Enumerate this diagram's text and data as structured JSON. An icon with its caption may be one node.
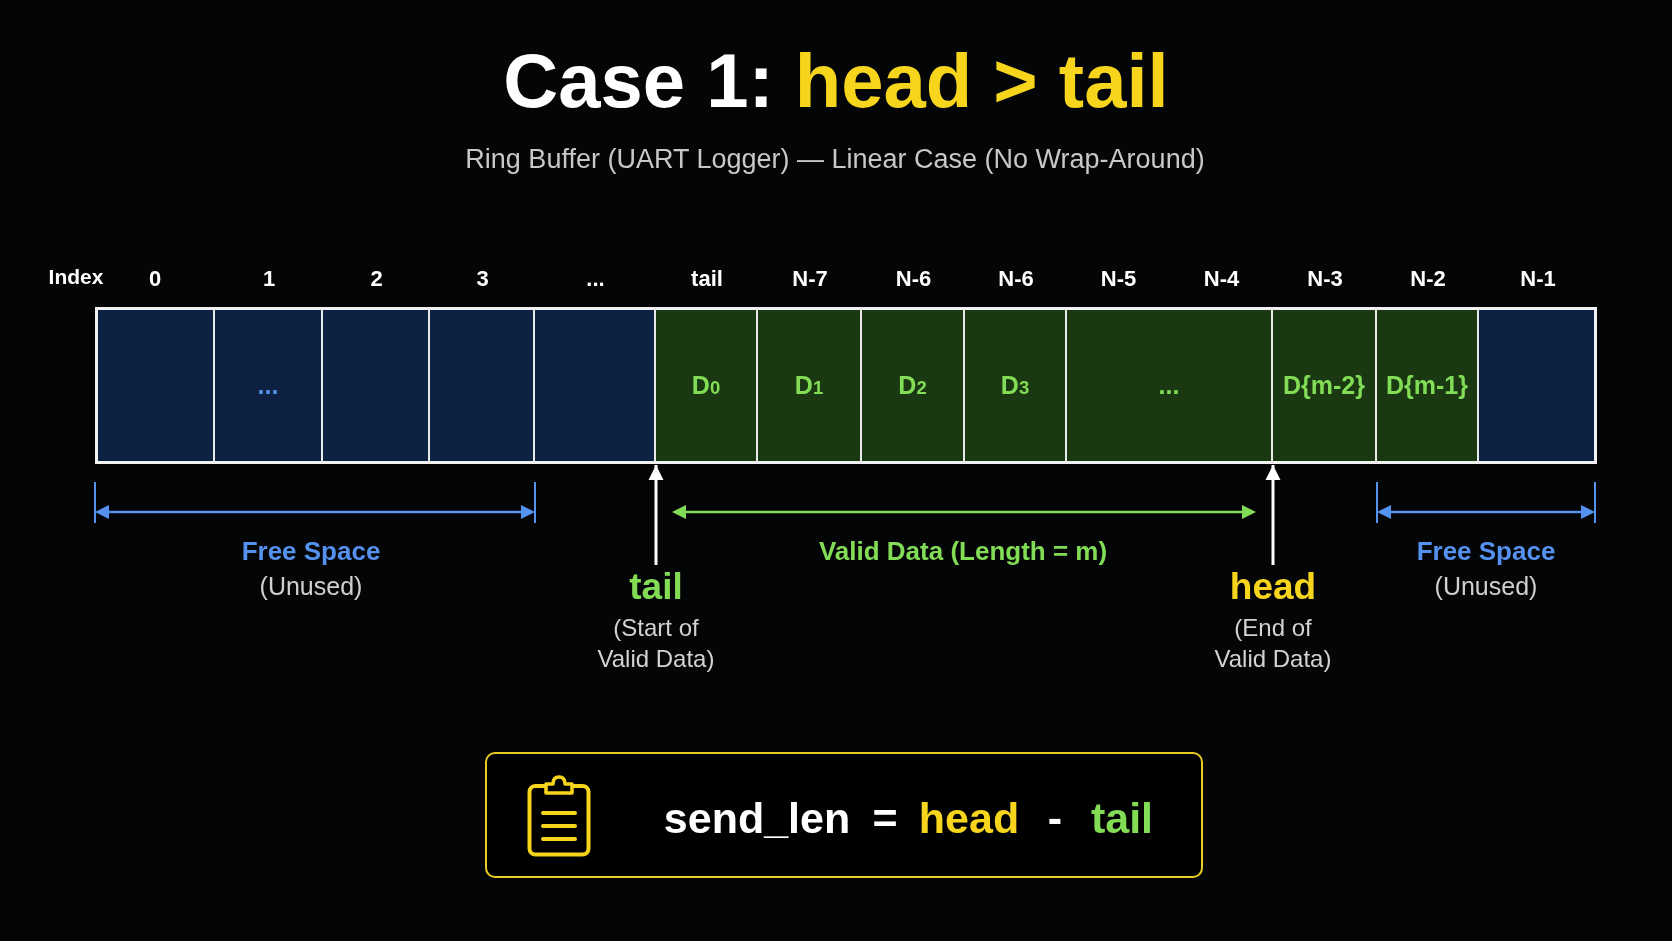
{
  "diagram": {
    "title": "Case 1: **head > tail**",
    "nodes": [
      {
        "text": [],
        "shape": "box",
        "beside": [
          "0"
        ]
      },
      {
        "text": [
          "..."
        ],
        "beside": [
          "1"
        ]
      },
      {
        "text": [],
        "shape": "box",
        "beside": [
          "2"
        ]
      },
      {
        "text": [],
        "shape": "box",
        "beside": [
          "3"
        ]
      },
      {
        "text": [],
        "shape": "box",
        "beside": [
          "..."
        ]
      },
      {
        "text": [
          "D$_{0}$"
        ],
        "beside": [
          "tail"
        ]
      },
      {
        "text": [
          "D$_{1}$"
        ],
        "beside": [
          "N-7"
        ]
      },
      {
        "text": [
          "D$_{2}$"
        ],
        "beside": [
          "N-6"
        ]
      },
      {
        "text": [
          "D$_{3}$"
        ],
        "beside": [
          "N-6"
        ]
      },
      {
        "text": [
          "..."
        ],
        "beside": [
          "N-5",
          "N-4"
        ]
      },
      {
        "text": [
          "D{m-2}"
        ],
        "beside": [
          "N-3"
        ]
      },
      {
        "text": [
          "D{m-1}"
        ],
        "beside": [
          "N-2"
        ]
      },
      {
        "text": [],
        "shape": "box",
        "beside": [
          "N-1"
        ]
      },
      {
        "text": [
          "tail",
          "(Start of Valid Data)"
        ]
      },
      {
        "text": [
          "head",
          "(End of Valid Data)"
        ]
      },
      {
        "text": [
          "send_len",
          "=",
          "head",
          "-",
          "tail"
        ]
      }
    ],
    "edges": [
      {
        "from": 13,
        "to": 5,
        "arrow": "to"
      },
      {
        "from": 14,
        "to": 10,
        "arrow": "to"
      }
    ],
    "labels": [
      "Ring Buffer (UART Logger) — Linear Case (No Wrap-Around)",
      "Index",
      "Free Space",
      "(Unused)",
      "Valid Data (Length = m)",
      "Free Space",
      "(Unused)"
    ]
  }
}
